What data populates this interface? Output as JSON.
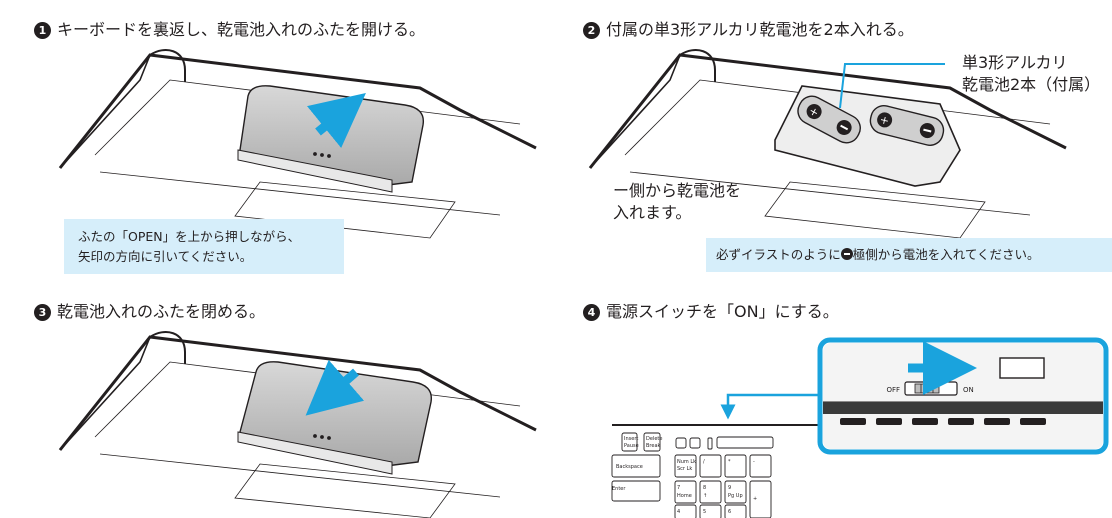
{
  "steps": [
    {
      "number": "1",
      "text": "キーボードを裏返し、乾電池入れのふたを開ける。"
    },
    {
      "number": "2",
      "text": "付属の単3形アルカリ乾電池を2本入れる。"
    },
    {
      "number": "3",
      "text": "乾電池入れのふたを閉める。"
    },
    {
      "number": "4",
      "text": "電源スイッチを「ON」にする。"
    }
  ],
  "note1": {
    "line1": "ふたの「OPEN」を上から押しながら、",
    "line2": "矢印の方向に引いてください。"
  },
  "battery_callout": {
    "line1": "単3形アルカリ",
    "line2": "乾電池2本（付属）"
  },
  "minus_side": {
    "line1": "ー側から乾電池を",
    "line2": "入れます。"
  },
  "note2": {
    "before": "必ずイラストのように",
    "after": "極側から電池を入れてください。"
  },
  "switch": {
    "off": "OFF",
    "on": "ON"
  },
  "keys": {
    "insert": "Insert",
    "pause": "Pause",
    "delete": "Delete",
    "break": "Break",
    "backspace": "Backspace",
    "enter": "Enter",
    "numlk": "Num Lk",
    "scrlk": "Scr Lk",
    "slash": "/",
    "star": "*",
    "minus": "-",
    "plus": "+",
    "k7": "7",
    "home": "Home",
    "k8": "8",
    "up": "↑",
    "k9": "9",
    "pgup": "Pg Up",
    "k4": "4",
    "k5": "5",
    "k6": "6"
  },
  "colors": {
    "accent": "#1aa3dd",
    "note_bg": "#d6eefa",
    "lid": "#c9c9c9"
  }
}
